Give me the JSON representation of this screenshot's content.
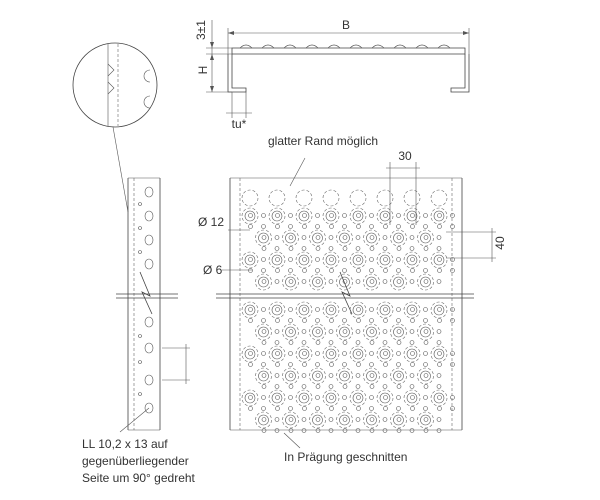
{
  "labels": {
    "dim_b": "B",
    "dim_3": "3±1",
    "dim_h": "H",
    "dim_tu": "tu*",
    "smooth_edge": "glatter Rand möglich",
    "dim_30": "30",
    "dia_12": "Ø 12",
    "dia_6": "Ø 6",
    "dim_40": "40",
    "slot_line1": "LL 10,2 x 13 auf",
    "slot_line2": "gegenüberliegender",
    "slot_line3": "Seite um 90° gedreht",
    "cut_in_embossing": "In Prägung geschnitten"
  }
}
